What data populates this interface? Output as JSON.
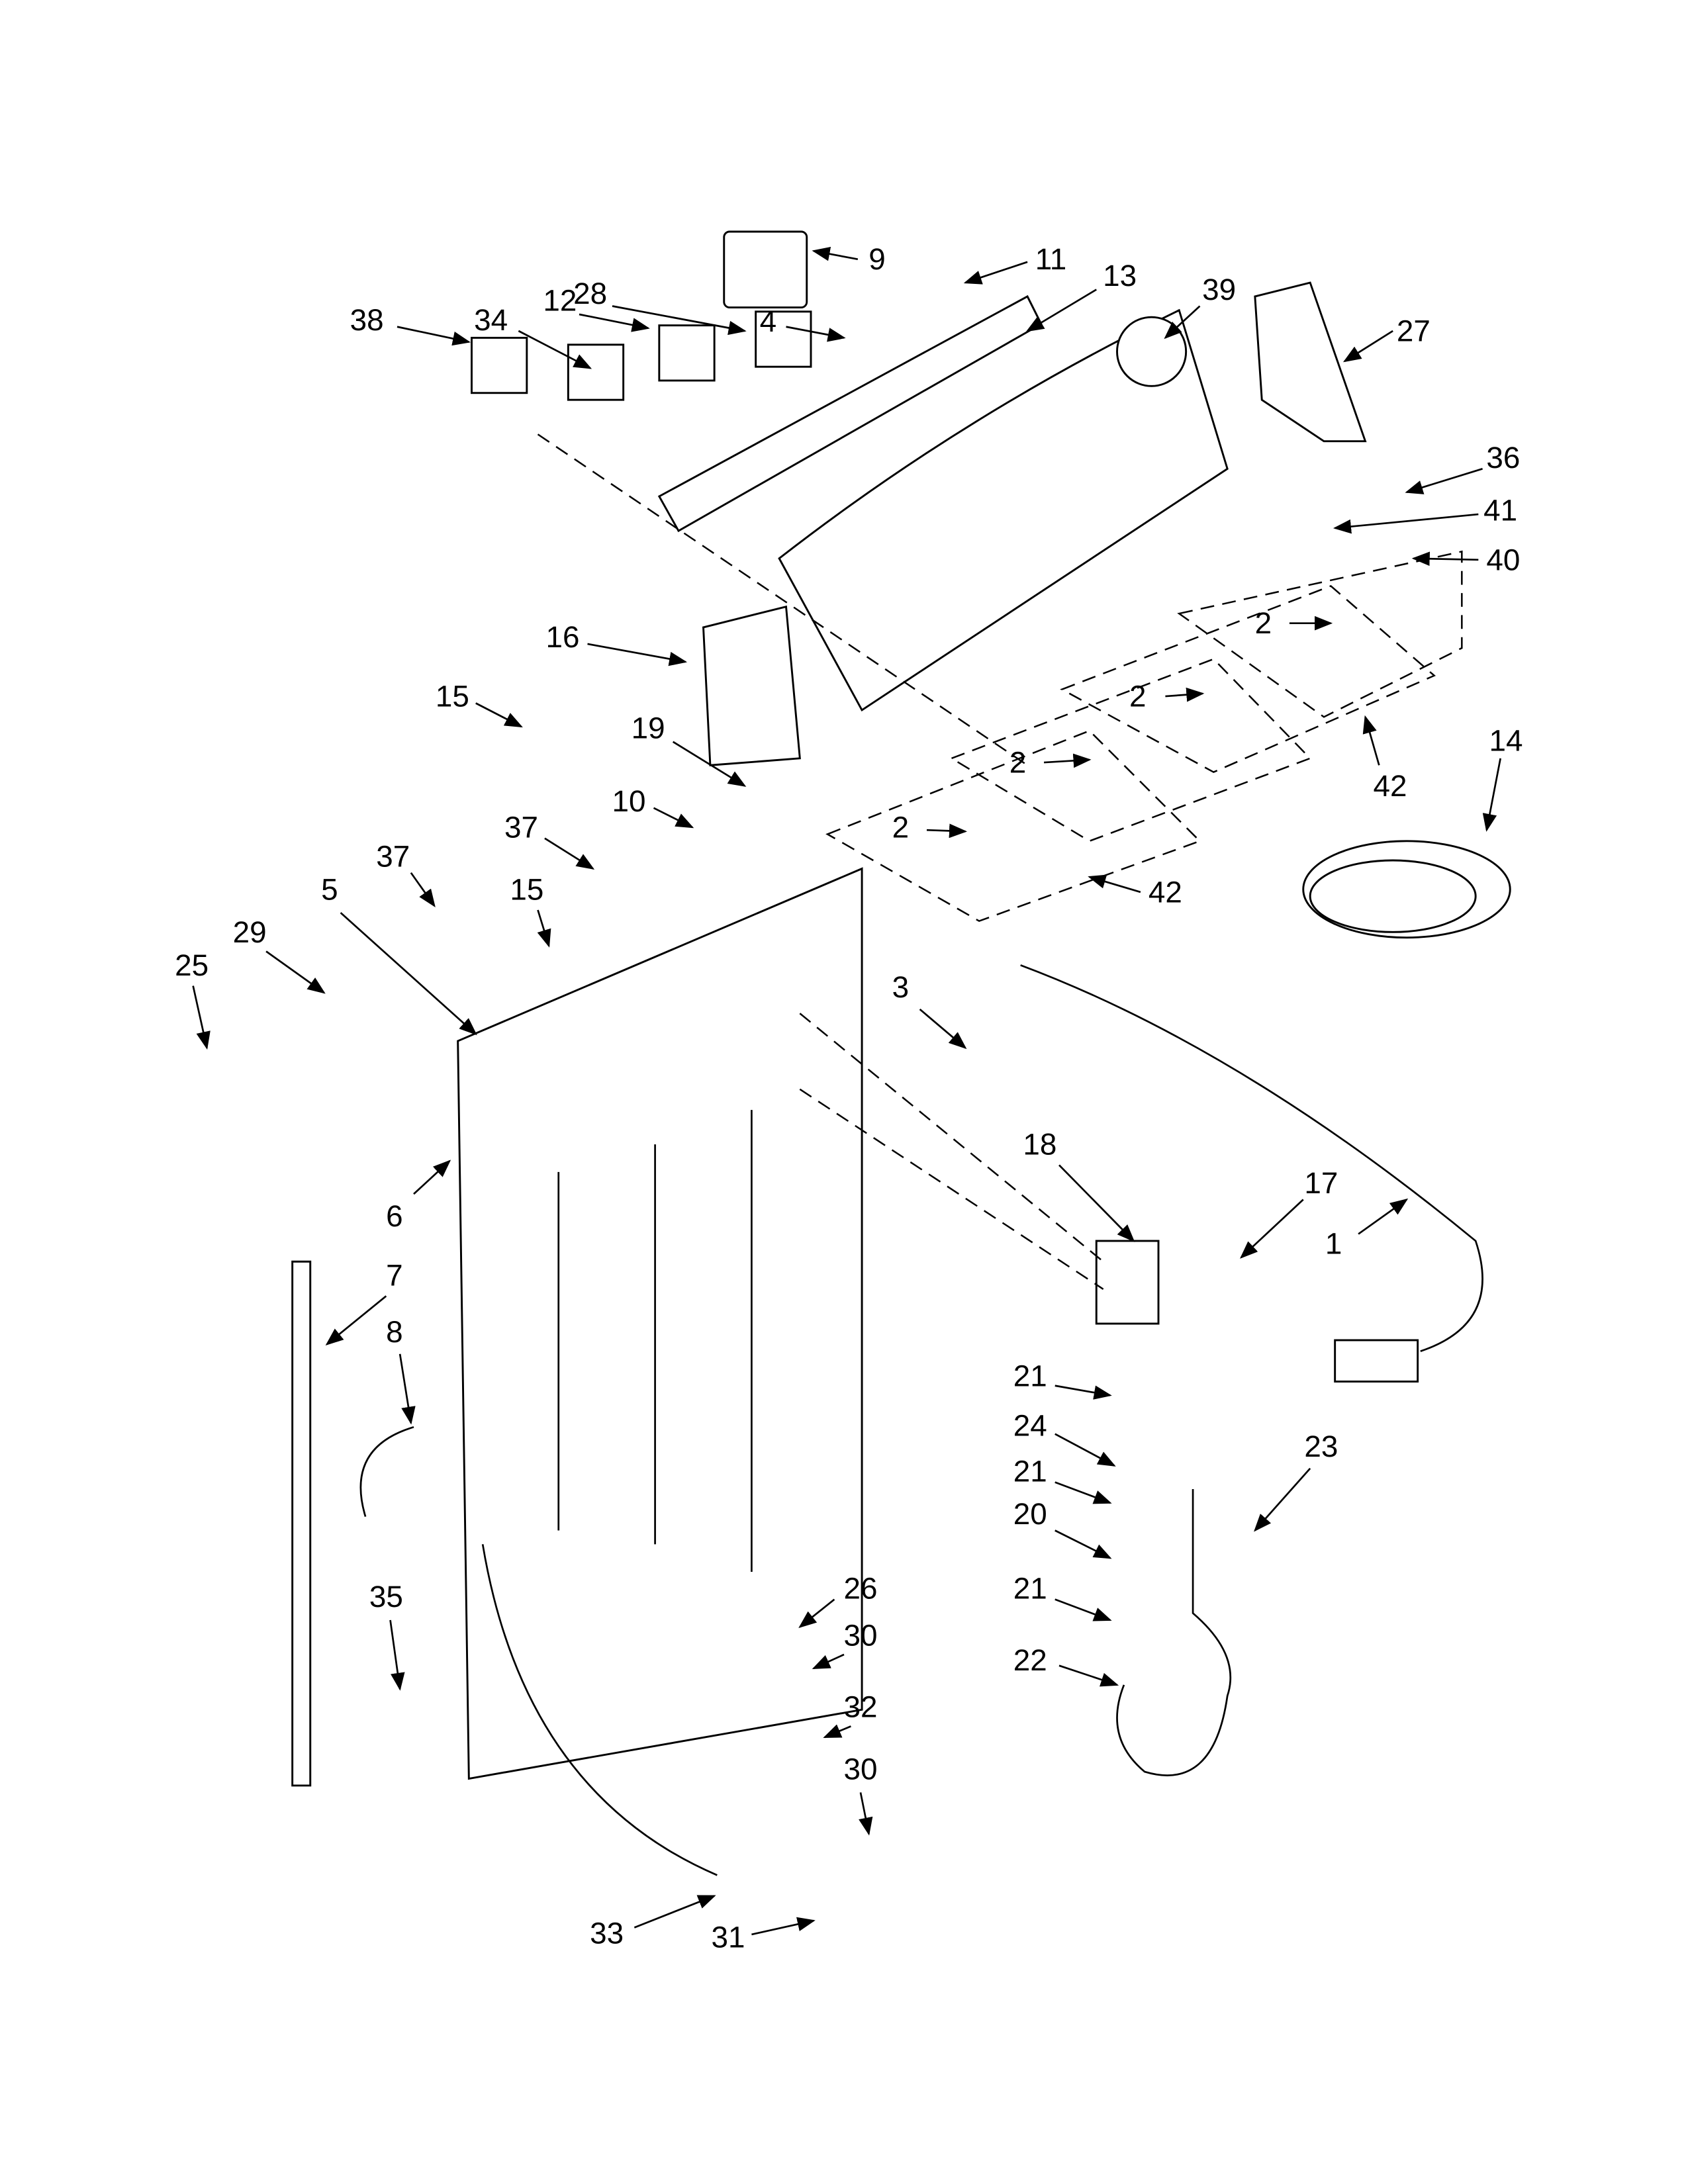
{
  "diagram": {
    "type": "exploded parts diagram",
    "callouts": [
      "9",
      "11",
      "13",
      "39",
      "27",
      "34",
      "12",
      "28",
      "4",
      "38",
      "36",
      "41",
      "40",
      "16",
      "2",
      "15",
      "19",
      "2",
      "14",
      "42",
      "10",
      "2",
      "37",
      "2",
      "37",
      "15",
      "42",
      "5",
      "29",
      "25",
      "3",
      "18",
      "17",
      "6",
      "1",
      "7",
      "8",
      "21",
      "24",
      "23",
      "21",
      "20",
      "21",
      "35",
      "26",
      "30",
      "22",
      "32",
      "30",
      "33",
      "31"
    ]
  }
}
